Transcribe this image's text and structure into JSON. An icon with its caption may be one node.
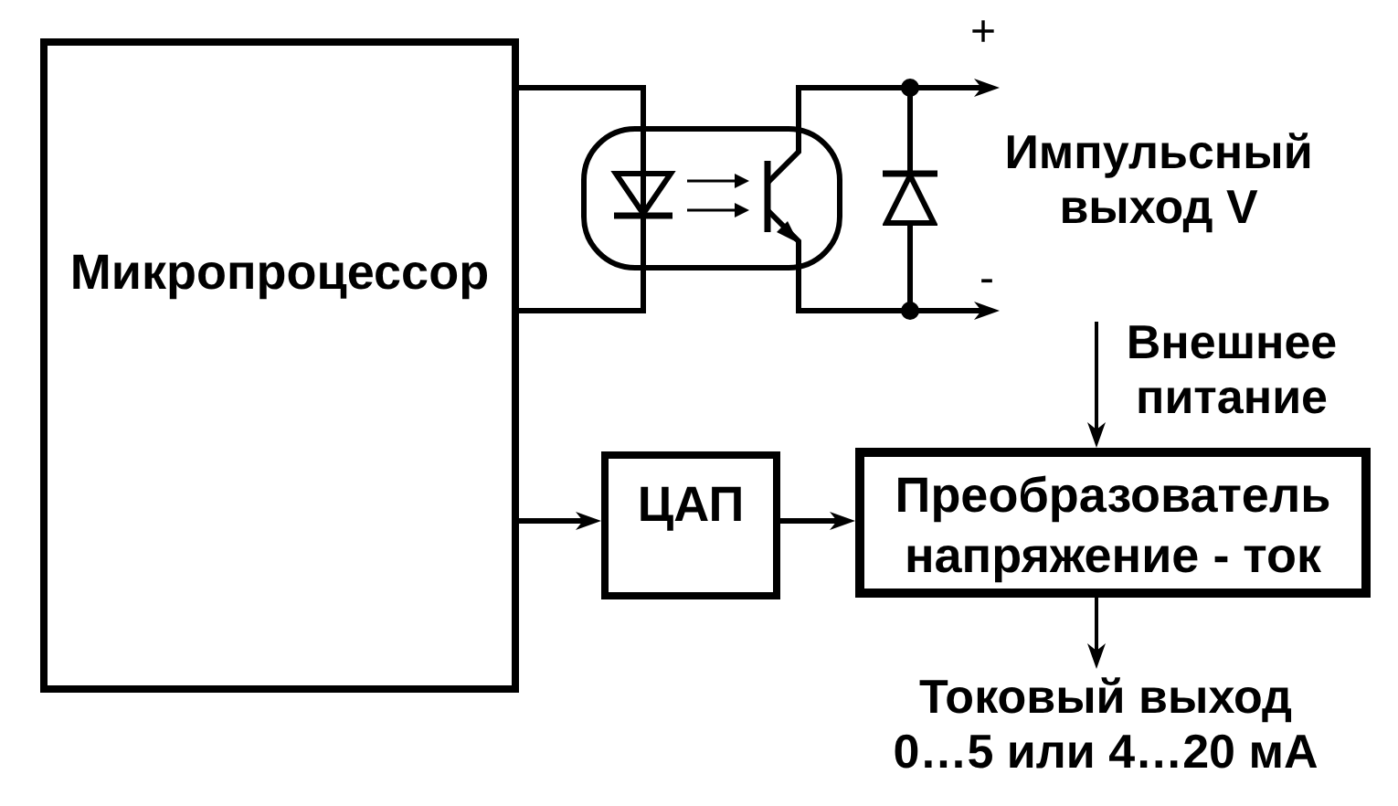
{
  "diagram": {
    "nodes": [
      {
        "text": [
          "Микропроцессор"
        ]
      },
      {
        "text": [],
        "shape": "picture"
      },
      {
        "text": [],
        "shape": "picture"
      },
      {
        "text": [
          "Внешнее питание"
        ]
      },
      {
        "text": [
          "ЦАП"
        ]
      },
      {
        "text": [
          "Преобразователь напряжение - ток"
        ]
      },
      {
        "text": [
          "Токовый выход 0…5 или 4…20 мА"
        ]
      }
    ],
    "edges": [
      {
        "from": 0,
        "to": 1,
        "arrow": "none"
      },
      {
        "from": 0,
        "to": 1,
        "arrow": "none"
      },
      {
        "from": 1,
        "to": 2,
        "arrow": "none"
      },
      {
        "from": 1,
        "to": 2,
        "arrow": "none"
      },
      {
        "from": 2,
        "to": null,
        "arrow": "to",
        "label": "+"
      },
      {
        "from": 2,
        "to": null,
        "arrow": "to",
        "label": "-"
      },
      {
        "from": 0,
        "to": 4,
        "arrow": "to"
      },
      {
        "from": 4,
        "to": 5,
        "arrow": "to"
      },
      {
        "from": 3,
        "to": 5,
        "arrow": "to"
      },
      {
        "from": 5,
        "to": 6,
        "arrow": "to"
      }
    ],
    "labels": [
      "Импульсный выход V"
    ]
  }
}
